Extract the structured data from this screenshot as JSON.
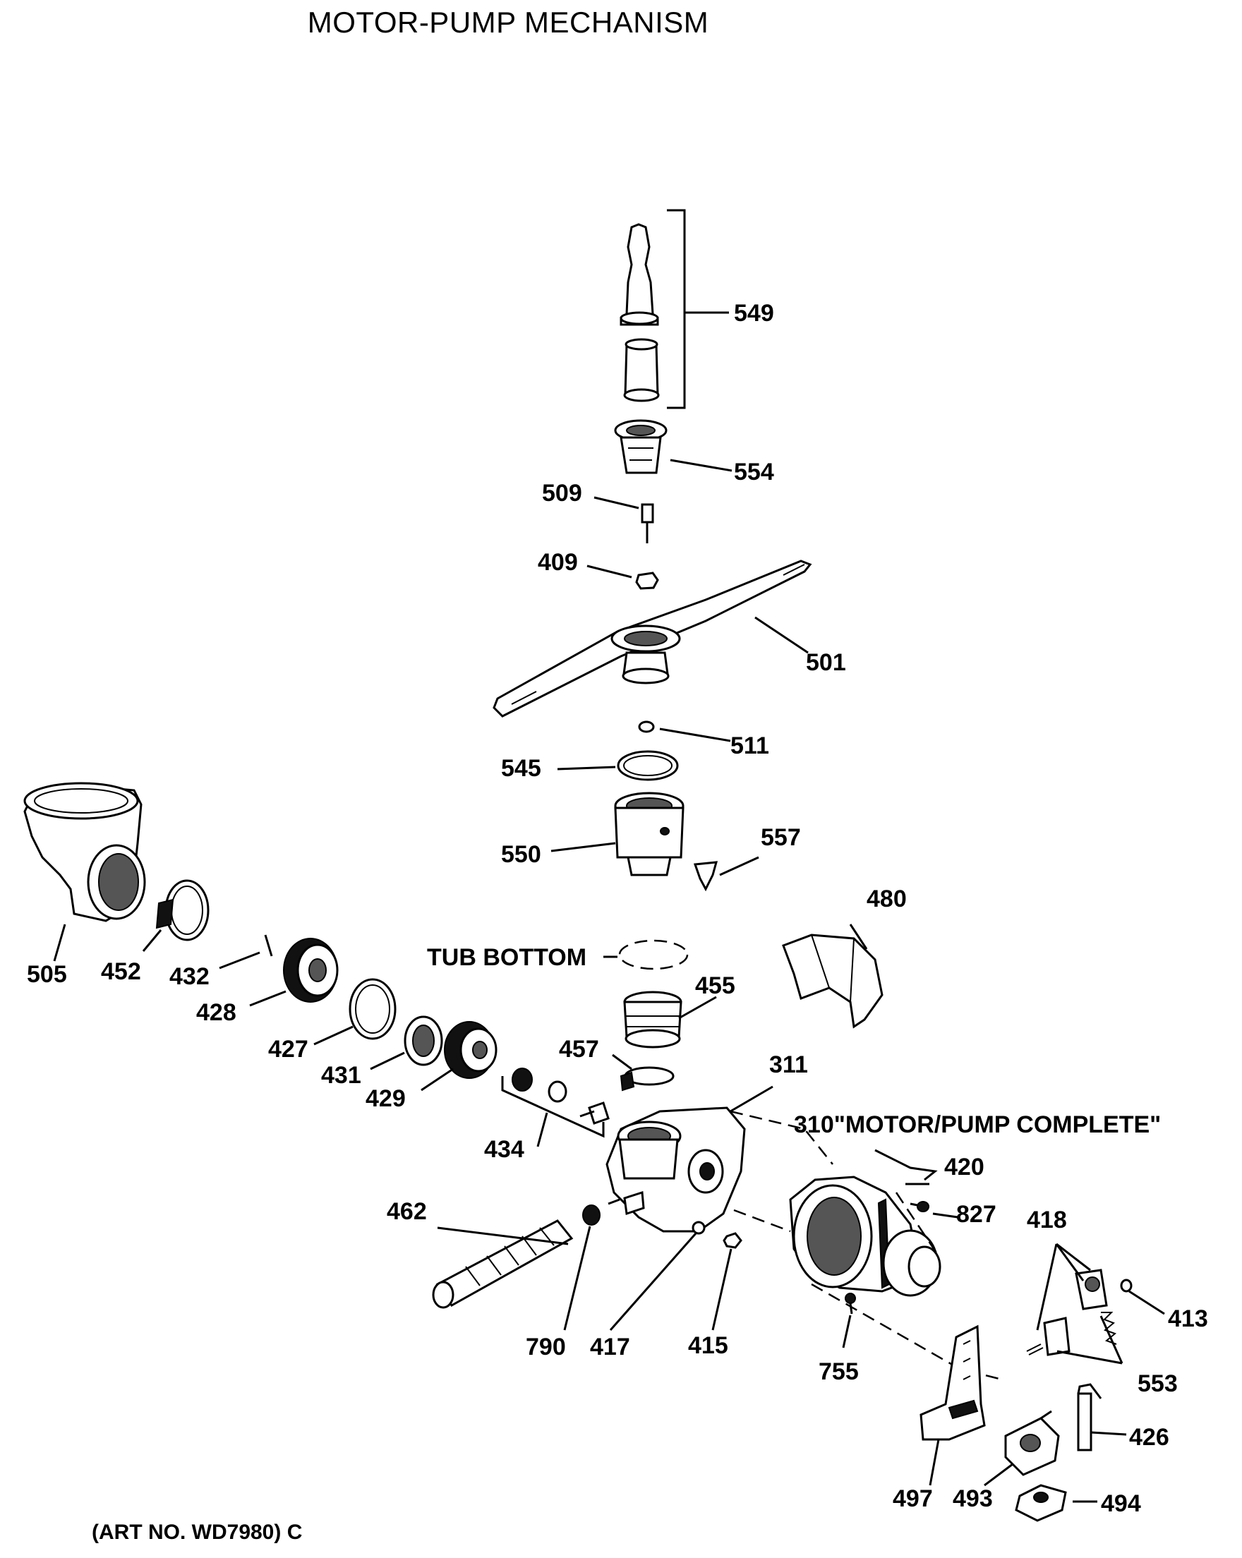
{
  "title": "MOTOR-PUMP MECHANISM",
  "art_no": "(ART NO. WD7980) C",
  "labels": {
    "tub_bottom": "TUB BOTTOM",
    "motor_pump_complete": "310\"MOTOR/PUMP COMPLETE\""
  },
  "parts": [
    {
      "id": "549"
    },
    {
      "id": "554"
    },
    {
      "id": "509"
    },
    {
      "id": "409"
    },
    {
      "id": "501"
    },
    {
      "id": "511"
    },
    {
      "id": "545"
    },
    {
      "id": "550"
    },
    {
      "id": "557"
    },
    {
      "id": "480"
    },
    {
      "id": "505"
    },
    {
      "id": "452"
    },
    {
      "id": "432"
    },
    {
      "id": "428"
    },
    {
      "id": "427"
    },
    {
      "id": "431"
    },
    {
      "id": "429"
    },
    {
      "id": "455"
    },
    {
      "id": "457"
    },
    {
      "id": "311"
    },
    {
      "id": "434"
    },
    {
      "id": "420"
    },
    {
      "id": "827"
    },
    {
      "id": "418"
    },
    {
      "id": "462"
    },
    {
      "id": "413"
    },
    {
      "id": "790"
    },
    {
      "id": "417"
    },
    {
      "id": "415"
    },
    {
      "id": "755"
    },
    {
      "id": "553"
    },
    {
      "id": "426"
    },
    {
      "id": "497"
    },
    {
      "id": "493"
    },
    {
      "id": "494"
    }
  ]
}
